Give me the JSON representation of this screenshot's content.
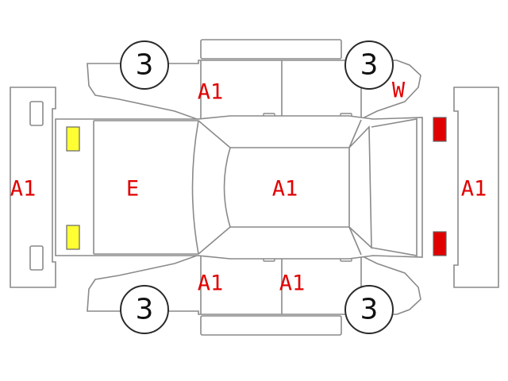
{
  "colors": {
    "code_text": "#e00000",
    "headlight": "#ffff33",
    "taillight": "#e00000"
  },
  "wheels": {
    "front_left": "3",
    "rear_left": "3",
    "front_right": "3",
    "rear_right": "3"
  },
  "codes": {
    "front_bumper": "A1",
    "hood": "E",
    "roof": "A1",
    "rear_bumper": "A1",
    "left_front_door": "A1",
    "windshield_rear": "W",
    "right_front_door": "A1",
    "right_rear_door": "A1"
  }
}
